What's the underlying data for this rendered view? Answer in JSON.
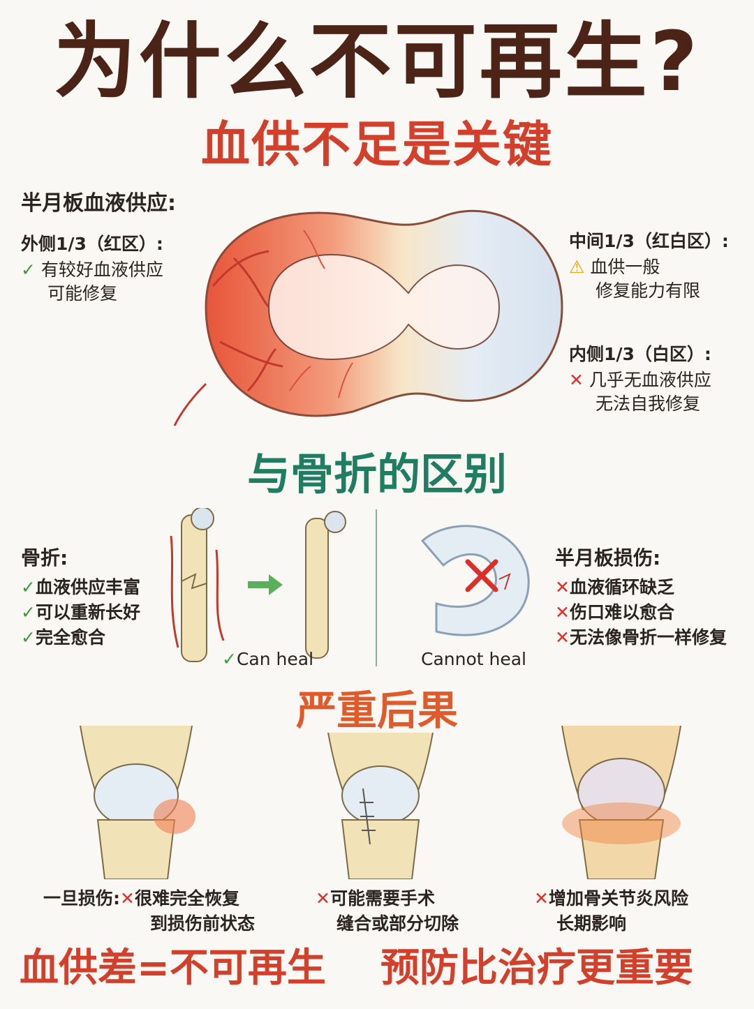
{
  "title": "为什么不可再生?",
  "subtitle": "血供不足是关键",
  "meniscus": {
    "heading": "半月板血液供应:",
    "outer": {
      "title": "外侧1/3（红区）:",
      "lines": [
        "有较好血液供应",
        "可能修复"
      ],
      "mark": "✓"
    },
    "middle": {
      "title": "中间1/3（红白区）:",
      "lines": [
        "血供一般",
        "修复能力有限"
      ],
      "mark": "⚠"
    },
    "inner": {
      "title": "内侧1/3（白区）:",
      "lines": [
        "几乎无血液供应",
        "无法自我修复"
      ],
      "mark": "✕"
    }
  },
  "comparison": {
    "heading": "与骨折的区别",
    "fracture": {
      "title": "骨折:",
      "items": [
        "血液供应丰富",
        "可以重新长好",
        "完全愈合"
      ],
      "mark": "✓",
      "caption": "Can heal"
    },
    "meniscus_injury": {
      "title": "半月板损伤:",
      "items": [
        "血液循环缺乏",
        "伤口难以愈合",
        "无法像骨折一样修复"
      ],
      "mark": "✕",
      "caption": "Cannot heal"
    }
  },
  "consequences": {
    "heading": "严重后果",
    "prefix": "一旦损伤:",
    "items": [
      {
        "lines": [
          "很难完全恢复",
          "到损伤前状态"
        ]
      },
      {
        "lines": [
          "可能需要手术",
          "缝合或部分切除"
        ]
      },
      {
        "lines": [
          "增加骨关节炎风险",
          "长期影响"
        ]
      }
    ],
    "mark": "✕"
  },
  "bottom": {
    "left": "血供差=不可再生",
    "right": "预防比治疗更重要"
  },
  "colors": {
    "title": "#4b2417",
    "accent_red": "#d23f2b",
    "accent_green": "#1f7d62",
    "accent_orange": "#e05a2a"
  }
}
